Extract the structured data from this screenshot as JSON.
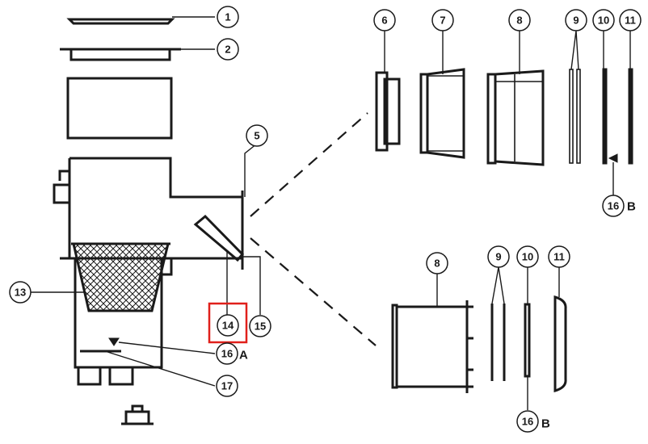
{
  "callouts": {
    "c1": "1",
    "c2": "2",
    "c5": "5",
    "c6": "6",
    "c7": "7",
    "c8": "8",
    "c9": "9",
    "c10": "10",
    "c11": "11",
    "c13": "13",
    "c14": "14",
    "c15": "15",
    "c16a": "16",
    "c17": "17",
    "c16b_top": "16",
    "c8_bottom": "8",
    "c9_bottom": "9",
    "c10_bottom": "10",
    "c11_bottom": "11",
    "c16b_bottom": "16"
  },
  "suffixes": {
    "a": "A",
    "b_top": "B",
    "b_bottom": "B"
  },
  "colors": {
    "line": "#1a1a1a",
    "highlight": "#e0201b",
    "background": "#ffffff"
  },
  "highlighted_callout": "14"
}
